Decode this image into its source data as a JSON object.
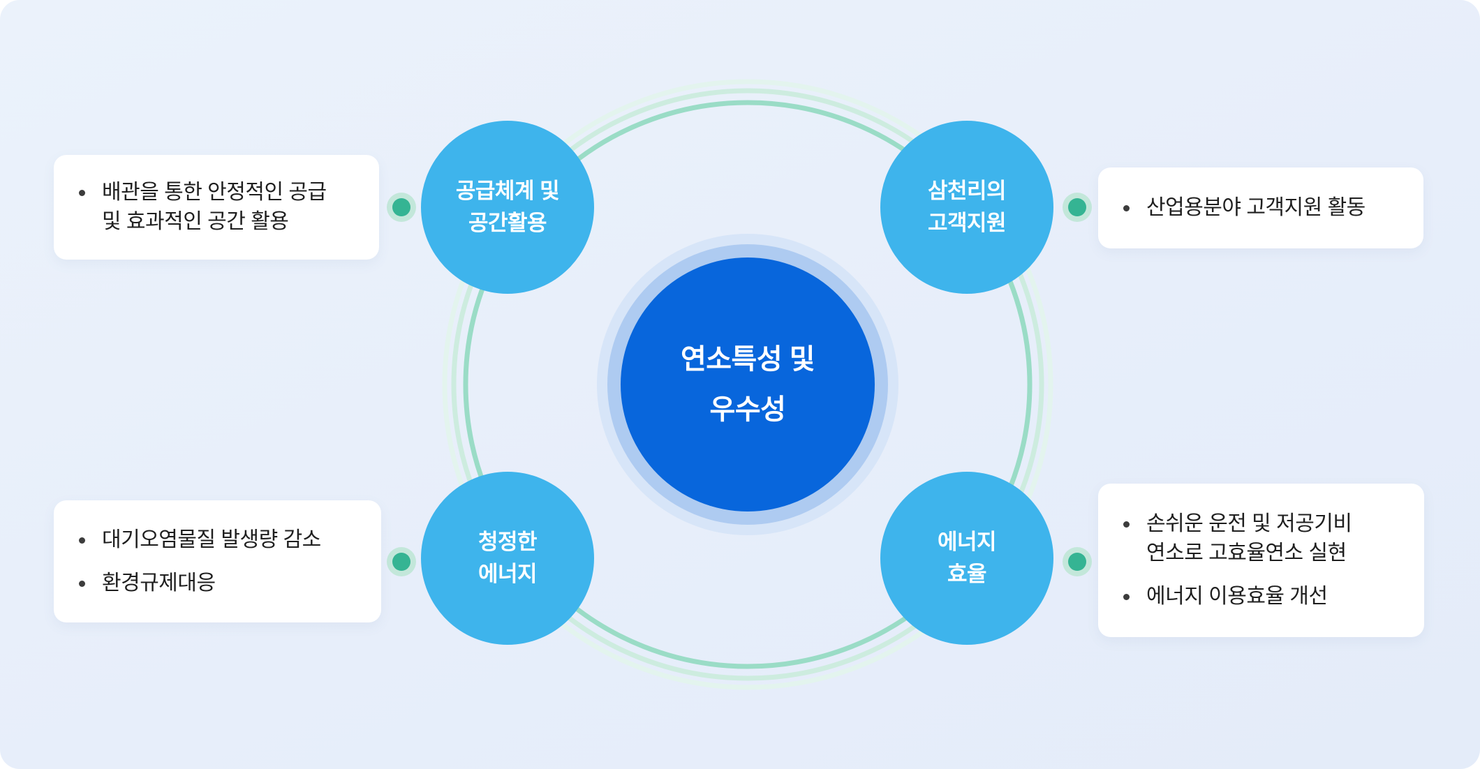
{
  "center": {
    "label": "연소특성 및\n우수성"
  },
  "nodes": [
    {
      "id": "supply",
      "label": "공급체계 및\n공간활용"
    },
    {
      "id": "customer",
      "label": "삼천리의\n고객지원"
    },
    {
      "id": "clean",
      "label": "청정한\n에너지"
    },
    {
      "id": "efficiency",
      "label": "에너지\n효율"
    }
  ],
  "cards": [
    {
      "position": "left-top",
      "items": [
        "배관을 통한 안정적인 공급\n및 효과적인 공간 활용"
      ]
    },
    {
      "position": "right-top",
      "items": [
        "산업용분야 고객지원 활동"
      ]
    },
    {
      "position": "left-bottom",
      "items": [
        "대기오염물질 발생량 감소",
        "환경규제대응"
      ]
    },
    {
      "position": "right-bottom",
      "items": [
        "손쉬운 운전 및 저공기비\n연소로 고효율연소 실현",
        "에너지 이용효율 개선"
      ]
    }
  ],
  "colors": {
    "panel_background": "#e7eefa",
    "center_circle": "#0866dc",
    "center_halo_inner": "#aecbf1",
    "center_halo_outer": "#d7e5f8",
    "satellite_circle": "#3eb4ec",
    "connector_dot": "#35b493",
    "connector_dot_halo": "#c3e7da",
    "orbit_ring_strong": "#9adcc6",
    "orbit_ring_mid": "#cdecdf",
    "orbit_ring_light": "#e3f4ee",
    "card_background": "#ffffff",
    "card_text": "#1f1f1f",
    "label_text": "#ffffff"
  }
}
